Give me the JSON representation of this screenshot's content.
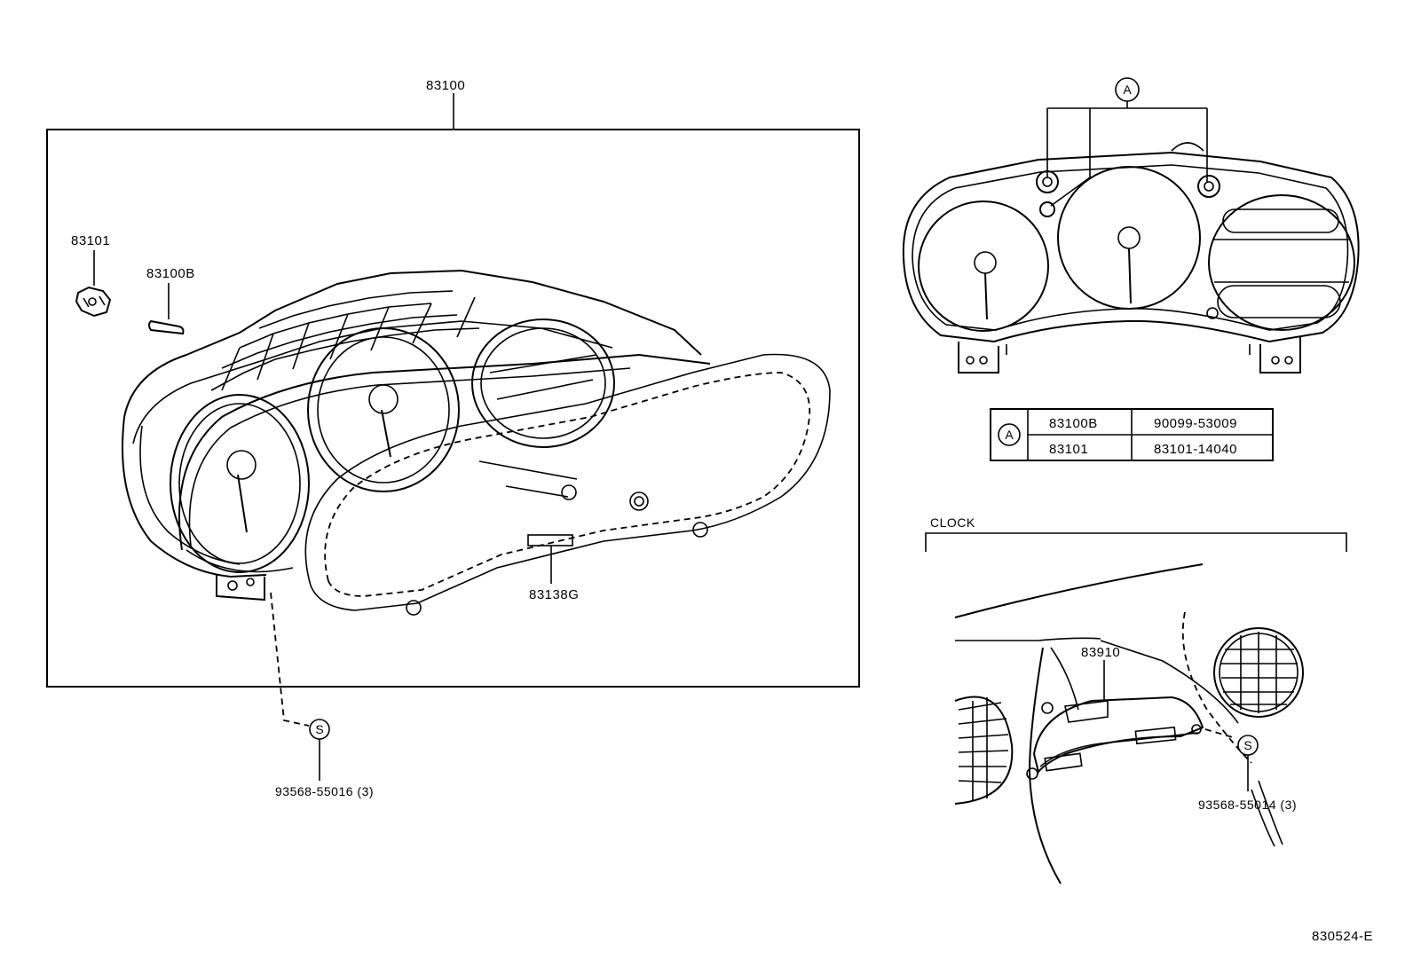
{
  "callouts": {
    "assembly": "83100",
    "circuit_plate": "83101",
    "bulb": "83100B",
    "glass": "83138G",
    "screw_left": "93568-55016 (3)",
    "clock_unit": "83910",
    "screw_right": "93568-55014 (3)",
    "ref_marker": "A",
    "screw_marker": "S",
    "clock_label": "CLOCK",
    "figure_id": "830524-E"
  },
  "legend": {
    "marker": "A",
    "rows": [
      {
        "part": "83100B",
        "number": "90099-53009"
      },
      {
        "part": "83101",
        "number": "83101-14040"
      }
    ]
  }
}
